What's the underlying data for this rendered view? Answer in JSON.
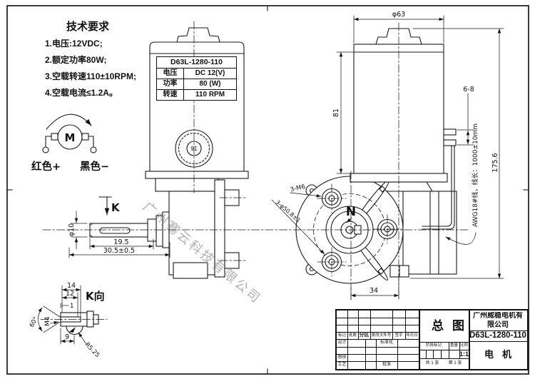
{
  "colors": {
    "line": "#1a1a1a",
    "watermark": "#7d7d7d",
    "paper": "#ffffff"
  },
  "watermark_text": "广州骞云科技有限公司",
  "tech_requirements": {
    "title": "技术要求",
    "items": [
      "1.电压:12VDC;",
      "2.额定功率80W;",
      "3.空载转速110±10RPM;",
      "4.空载电流≤1.2A。"
    ]
  },
  "wiring_diagram": {
    "motor_letter": "M",
    "positive_label": "红色+",
    "negative_label": "黑色−"
  },
  "nameplate": {
    "model": "D63L-1280-110",
    "rows": [
      {
        "label": "电压",
        "value": "DC 12(V)"
      },
      {
        "label": "功率",
        "value": "80 (W)"
      },
      {
        "label": "转速",
        "value": "110 RPM"
      }
    ],
    "stamp_center": "91"
  },
  "side_view": {
    "view_arrow": "K",
    "shaft_dia": "φ10",
    "dim_19_5": "19.5",
    "dim_30_5": "30.5±0.5"
  },
  "front_view": {
    "dia_top": "φ63",
    "dim_height": "81",
    "dim_terminal": "6-8",
    "wire_note": "AWG18#线，线长：1000±10mm",
    "dim_total": "175.6",
    "view_label": "N",
    "bolt_note": "3-M6",
    "pcd_note": "3-φ50.8±1",
    "dim_bottom": "34"
  },
  "k_view": {
    "title": "K向",
    "dim_14": "14",
    "dim_12": "12",
    "dim_1": "1",
    "dim_9": "9",
    "thread": "M4",
    "angle": "60°",
    "radius": "R5.25"
  },
  "title_block": {
    "drawing_title": "总图",
    "company": "广州威稳电机有限公司",
    "part_no": "D63L-1280-110",
    "part_name": "电机",
    "rev_headers": [
      "标记",
      "处数",
      "分区",
      "更改文件号",
      "签字",
      "年月日"
    ],
    "row_design": "设计",
    "row_check": "审核",
    "row_process": "工艺",
    "col_standard": "标准化",
    "col_approve": "批准",
    "stage_label": "阶段标记",
    "weight_label": "重量",
    "scale_label": "比例",
    "scale_value": "1:1",
    "sheet_left": "共 1 张",
    "sheet_right": "第 1 张"
  }
}
